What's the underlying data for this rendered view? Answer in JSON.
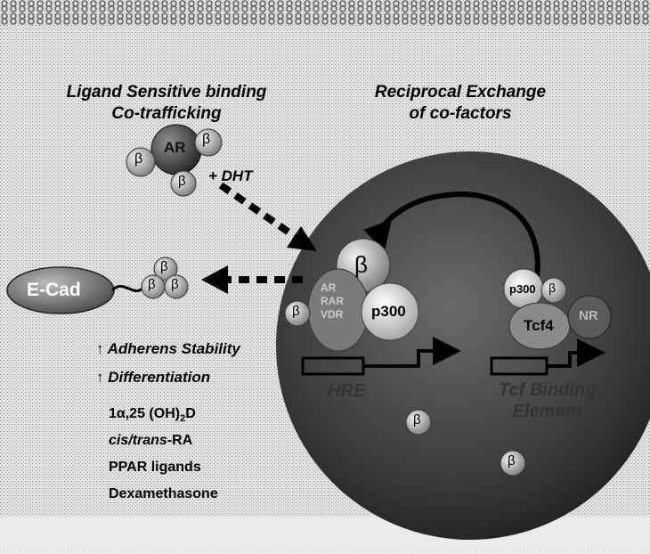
{
  "titles": {
    "left_line1": "Ligand Sensitive binding",
    "left_line2": "Co-trafficking",
    "right_line1": "Reciprocal Exchange",
    "right_line2": "of co-factors"
  },
  "labels": {
    "beta": "β",
    "ar": "AR",
    "dht": "+ DHT",
    "ecad": "E-Cad",
    "p300": "p300",
    "tcf4": "Tcf4",
    "nr": "NR",
    "nr_stack": [
      "AR",
      "RAR",
      "VDR"
    ],
    "hre": "HRE",
    "tcf_binding_line1": "Tcf Binding",
    "tcf_binding_line2": "Element"
  },
  "effects": [
    {
      "arrow": "↑",
      "text": "Adherens Stability"
    },
    {
      "arrow": "↑",
      "text": "Differentiation"
    }
  ],
  "ligands": {
    "vitd_prefix": "1α,25 (OH)",
    "vitd_sub": "2",
    "vitd_suffix": "D",
    "ra_italic": "cis/trans",
    "ra_suffix": "-RA",
    "ppar": "PPAR ligands",
    "dex": "Dexamethasone"
  }
}
